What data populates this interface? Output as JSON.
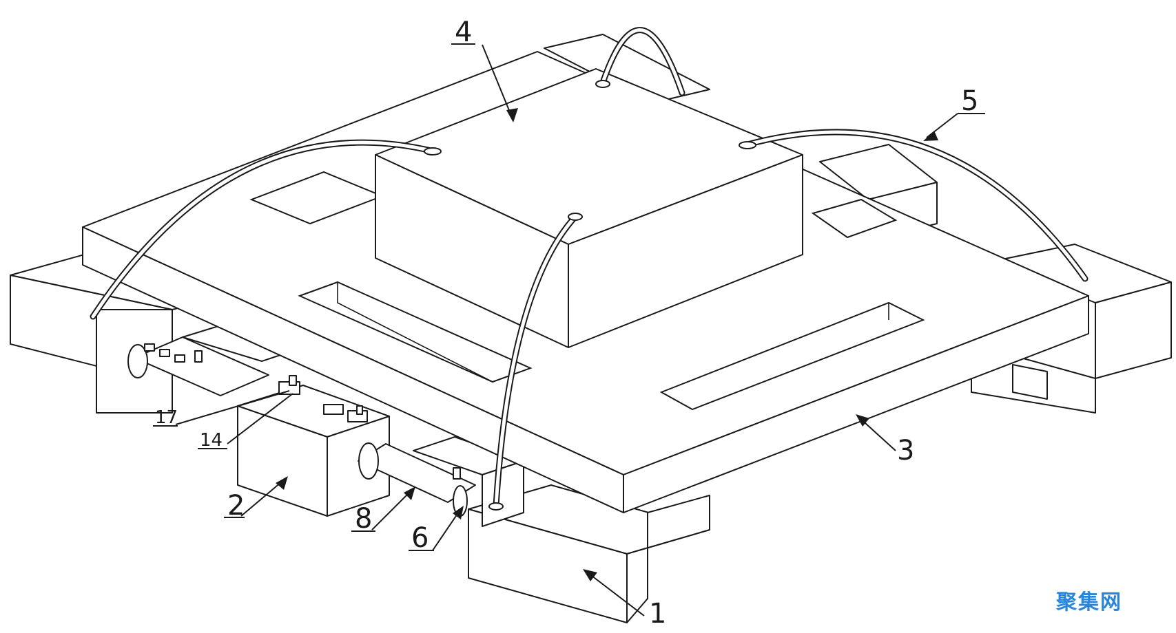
{
  "callouts": {
    "label_1": "1",
    "label_2": "2",
    "label_3": "3",
    "label_4": "4",
    "label_5": "5",
    "label_6": "6",
    "label_8": "8",
    "label_14": "14",
    "label_17": "17"
  },
  "watermark": {
    "text": "聚集网",
    "color": "#2a86d9"
  }
}
